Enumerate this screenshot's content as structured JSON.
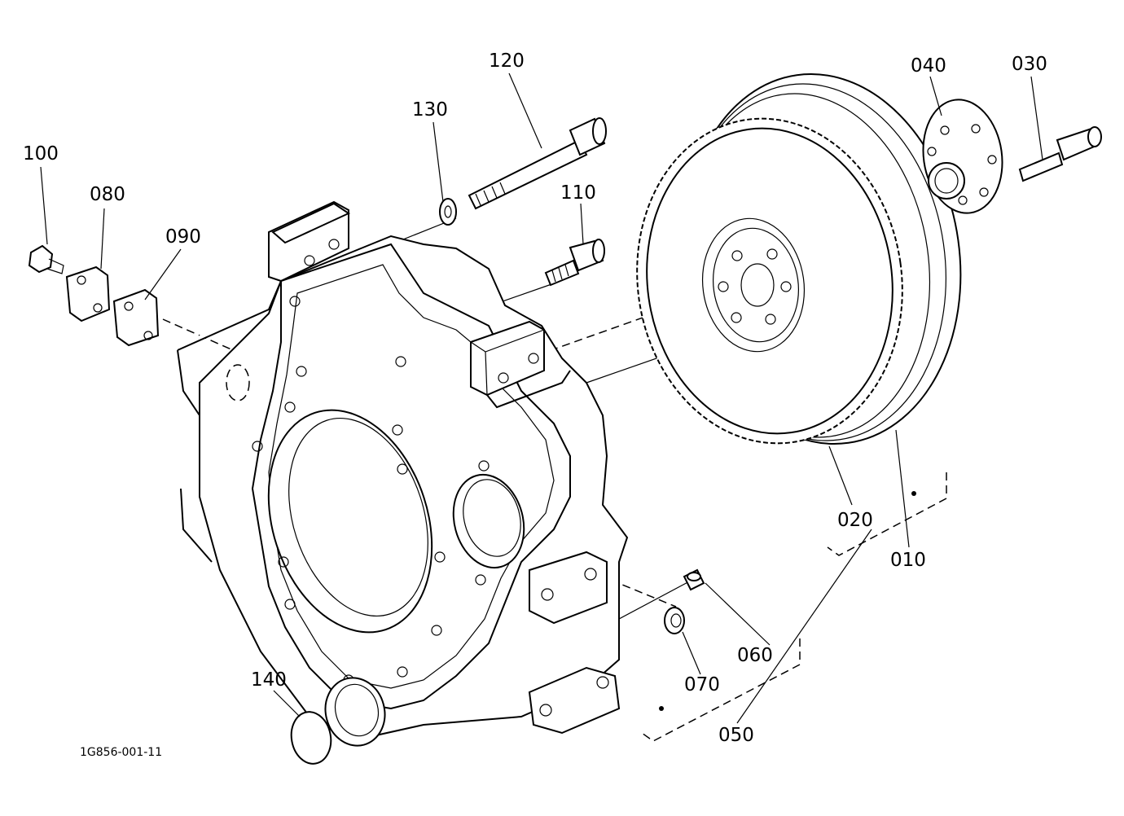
{
  "drawing_number": "1G856-001-11",
  "parts": [
    {
      "id": "p010",
      "label": "010"
    },
    {
      "id": "p020",
      "label": "020"
    },
    {
      "id": "p030",
      "label": "030"
    },
    {
      "id": "p040",
      "label": "040"
    },
    {
      "id": "p050",
      "label": "050"
    },
    {
      "id": "p060",
      "label": "060"
    },
    {
      "id": "p070",
      "label": "070"
    },
    {
      "id": "p080",
      "label": "080"
    },
    {
      "id": "p090",
      "label": "090"
    },
    {
      "id": "p100",
      "label": "100"
    },
    {
      "id": "p110",
      "label": "110"
    },
    {
      "id": "p120",
      "label": "120"
    },
    {
      "id": "p130",
      "label": "130"
    },
    {
      "id": "p140",
      "label": "140"
    }
  ]
}
